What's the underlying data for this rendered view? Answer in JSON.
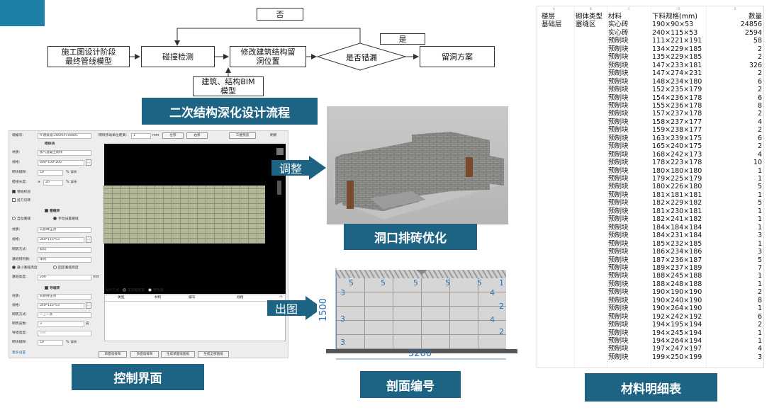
{
  "flowchart": {
    "start": "施工图设计阶段\n最终管线模型",
    "clash": "碰撞检测",
    "modify": "修改建筑结构留\n洞位置",
    "model": "建筑、结构BIM\n模型",
    "decision": "是否错漏",
    "result": "留洞方案",
    "no_label": "否",
    "yes_label": "是"
  },
  "captions": {
    "flow": "二次结构深化设计流程",
    "control": "控制界面",
    "optimize": "洞口排砖优化",
    "section": "剖面编号",
    "material": "材料明细表"
  },
  "arrows": {
    "adjust": "调整",
    "output": "出图"
  },
  "control_panel": {
    "wall_id_label": "墙编号:",
    "wall_id_value": "A-建筑墙-200mm-00001",
    "offset_label": "砌块移动单位距离:",
    "offset_value": "1",
    "offset_unit": "mm",
    "btn_left": "左移",
    "btn_right": "右移",
    "btn_3d": "三维预览",
    "refresh": "刷新",
    "sec_block": "砌体块",
    "material_label": "材质:",
    "material_value": "加气混凝土砌块",
    "spec_label": "规格:",
    "spec_value": "600*100*200",
    "joint_label": "砌块缝隙:",
    "joint_value": "50",
    "joint_unit": "% 误长",
    "lap_label": "搭接长度:",
    "lap_prefix": "≥",
    "lap_value": "20",
    "lap_unit": "% 误长",
    "check_rule": "错缝校验",
    "check_cut": "剪刀切砖",
    "sec_top": "塞缝砖",
    "radio_auto": "自动塞缝",
    "radio_manual": "手动设置塞缝",
    "top_material_value": "灰砂砖压顶",
    "top_spec_value": "240*115*53",
    "top_lay_label": "砌筑方式:",
    "top_lay_value": "斜向",
    "top_arr_label": "塞缝排列数:",
    "top_arr_value": "单列",
    "radio_min": "最小塞缝高度",
    "radio_fixed": "固定塞缝高度",
    "top_height_label": "塞缝高度:",
    "top_height_value": "200",
    "top_height_unit": "mm",
    "sec_bottom": "导墙砖",
    "bot_material_value": "灰砂砖压顶",
    "bot_spec_value": "240*115*53",
    "bot_lay_value": "一丁一条",
    "bot_rows_label": "砌筑皮数:",
    "bot_rows_value": "3",
    "bot_rows_unit": "皮",
    "bot_height_label": "导墙高度:",
    "bot_height_value": "194",
    "bot_joint_value": "50",
    "bot_joint_unit": "% 误长",
    "more": "更多设置",
    "stat_label": "统计方式:",
    "stat_real": "实际砌筑量",
    "stat_sum": "整砖量",
    "col_type": "类型",
    "col_mat": "材料",
    "col_no": "编号",
    "col_spec": "规格",
    "col_count": "个",
    "btn_single": "单面墙排布",
    "btn_multi": "多面墙排布",
    "btn_gen_single": "生成单面墙图纸",
    "btn_gen_all": "生成全部图纸"
  },
  "section": {
    "width": "3200",
    "height": "1500",
    "top_nums": [
      "5",
      "5",
      "5",
      "5",
      "5",
      "1"
    ],
    "left_nums": [
      "3",
      "3",
      "3"
    ],
    "right_nums": [
      "4",
      "2",
      "4",
      "2"
    ]
  },
  "sheet": {
    "col_letters": [
      "A",
      "B",
      "C",
      "D",
      "E"
    ],
    "headers": [
      "楼层",
      "砌体类型",
      "材料",
      "下料规格(mm)",
      "数量"
    ],
    "rows": [
      [
        "基础层",
        "塞缝区",
        "实心砖",
        "190×90×53",
        "24856"
      ],
      [
        "",
        "",
        "实心砖",
        "240×115×53",
        "2594"
      ],
      [
        "",
        "",
        "预制块",
        "111×221×191",
        "58"
      ],
      [
        "",
        "",
        "预制块",
        "134×229×185",
        "2"
      ],
      [
        "",
        "",
        "预制块",
        "135×229×185",
        "2"
      ],
      [
        "",
        "",
        "预制块",
        "147×233×181",
        "326"
      ],
      [
        "",
        "",
        "预制块",
        "147×274×231",
        "2"
      ],
      [
        "",
        "",
        "预制块",
        "148×234×180",
        "6"
      ],
      [
        "",
        "",
        "预制块",
        "152×235×179",
        "2"
      ],
      [
        "",
        "",
        "预制块",
        "154×236×178",
        "6"
      ],
      [
        "",
        "",
        "预制块",
        "155×236×178",
        "8"
      ],
      [
        "",
        "",
        "预制块",
        "157×237×178",
        "2"
      ],
      [
        "",
        "",
        "预制块",
        "158×237×177",
        "4"
      ],
      [
        "",
        "",
        "预制块",
        "159×238×177",
        "2"
      ],
      [
        "",
        "",
        "预制块",
        "163×239×175",
        "6"
      ],
      [
        "",
        "",
        "预制块",
        "165×240×175",
        "2"
      ],
      [
        "",
        "",
        "预制块",
        "168×242×173",
        "4"
      ],
      [
        "",
        "",
        "预制块",
        "178×223×178",
        "10"
      ],
      [
        "",
        "",
        "预制块",
        "180×180×180",
        "1"
      ],
      [
        "",
        "",
        "预制块",
        "179×225×179",
        "1"
      ],
      [
        "",
        "",
        "预制块",
        "180×226×180",
        "5"
      ],
      [
        "",
        "",
        "预制块",
        "181×181×181",
        "1"
      ],
      [
        "",
        "",
        "预制块",
        "182×229×182",
        "5"
      ],
      [
        "",
        "",
        "预制块",
        "181×230×181",
        "1"
      ],
      [
        "",
        "",
        "预制块",
        "182×241×182",
        "1"
      ],
      [
        "",
        "",
        "预制块",
        "184×184×184",
        "1"
      ],
      [
        "",
        "",
        "预制块",
        "184×231×184",
        "3"
      ],
      [
        "",
        "",
        "预制块",
        "185×232×185",
        "1"
      ],
      [
        "",
        "",
        "预制块",
        "186×234×186",
        "3"
      ],
      [
        "",
        "",
        "预制块",
        "187×236×187",
        "5"
      ],
      [
        "",
        "",
        "预制块",
        "189×237×189",
        "7"
      ],
      [
        "",
        "",
        "预制块",
        "188×245×188",
        "1"
      ],
      [
        "",
        "",
        "预制块",
        "188×248×188",
        "1"
      ],
      [
        "",
        "",
        "预制块",
        "190×190×190",
        "2"
      ],
      [
        "",
        "",
        "预制块",
        "190×240×190",
        "8"
      ],
      [
        "",
        "",
        "预制块",
        "190×264×190",
        "1"
      ],
      [
        "",
        "",
        "预制块",
        "192×242×192",
        "6"
      ],
      [
        "",
        "",
        "预制块",
        "194×195×194",
        "2"
      ],
      [
        "",
        "",
        "预制块",
        "194×245×194",
        "1"
      ],
      [
        "",
        "",
        "预制块",
        "194×264×194",
        "1"
      ],
      [
        "",
        "",
        "预制块",
        "197×247×197",
        "4"
      ],
      [
        "",
        "",
        "预制块",
        "199×250×199",
        "3"
      ]
    ]
  },
  "colors": {
    "accent": "#1d6383",
    "corner": "#1b7fa8",
    "label_blue": "#2a6fb0"
  }
}
